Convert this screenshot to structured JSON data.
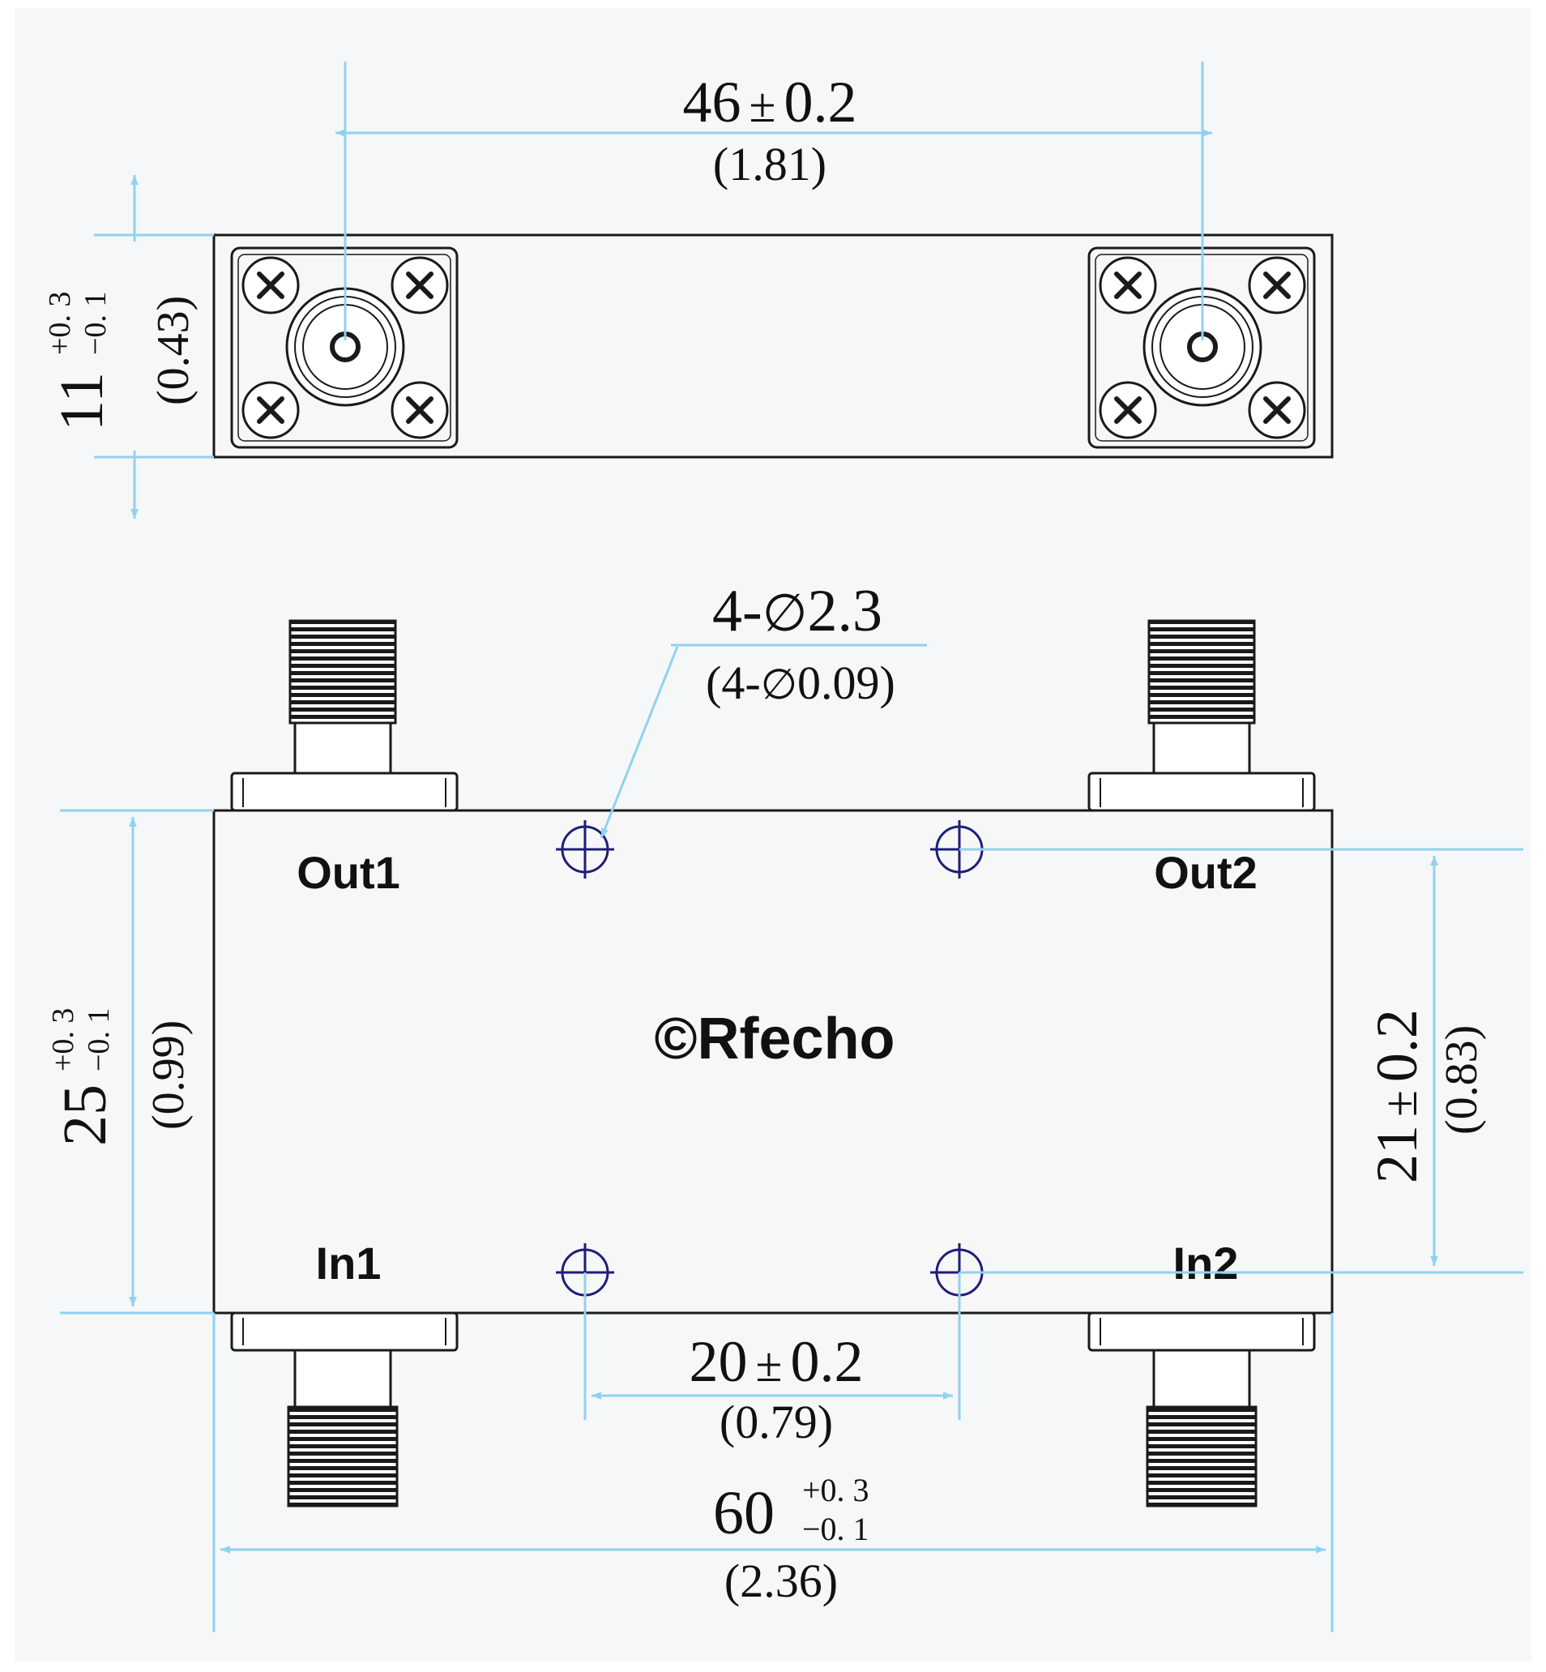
{
  "colors": {
    "dimension_line": "#8fd3ee",
    "outline": "#1a1a1a",
    "hole_mark": "#1e1e7a",
    "panel": "#f6f7f8",
    "text": "#111111"
  },
  "top_view": {
    "spacing": {
      "main": "46",
      "pm": "±",
      "tol": "0.2",
      "inch": "(1.81)"
    },
    "height": {
      "main": "11",
      "tol_plus": "+0. 3",
      "tol_minus": "−0. 1",
      "inch": "(0.43)"
    }
  },
  "front_view": {
    "holes": {
      "main": "4-",
      "dia": "∅",
      "size": "2.3",
      "inch_open": "(4-",
      "inch_size": "0.09)"
    },
    "ports": {
      "out1": "Out1",
      "out2": "Out2",
      "in1": "In1",
      "in2": "In2"
    },
    "height": {
      "main": "25",
      "tol_plus": "+0. 3",
      "tol_minus": "−0. 1",
      "inch": "(0.99)"
    },
    "hole_spacing_v": {
      "main": "21",
      "pm": "±",
      "tol": "0.2",
      "inch": "(0.83)"
    },
    "hole_spacing_h": {
      "main": "20",
      "pm": "±",
      "tol": "0.2",
      "inch": "(0.79)"
    },
    "width": {
      "main": "60",
      "tol_plus": "+0. 3",
      "tol_minus": "−0. 1",
      "inch": "(2.36)"
    }
  },
  "watermark": {
    "text": "©Rfecho"
  },
  "icons": {
    "screw": "screw-head-icon",
    "connector": "sma-connector-icon",
    "hole": "mounting-hole-icon"
  }
}
